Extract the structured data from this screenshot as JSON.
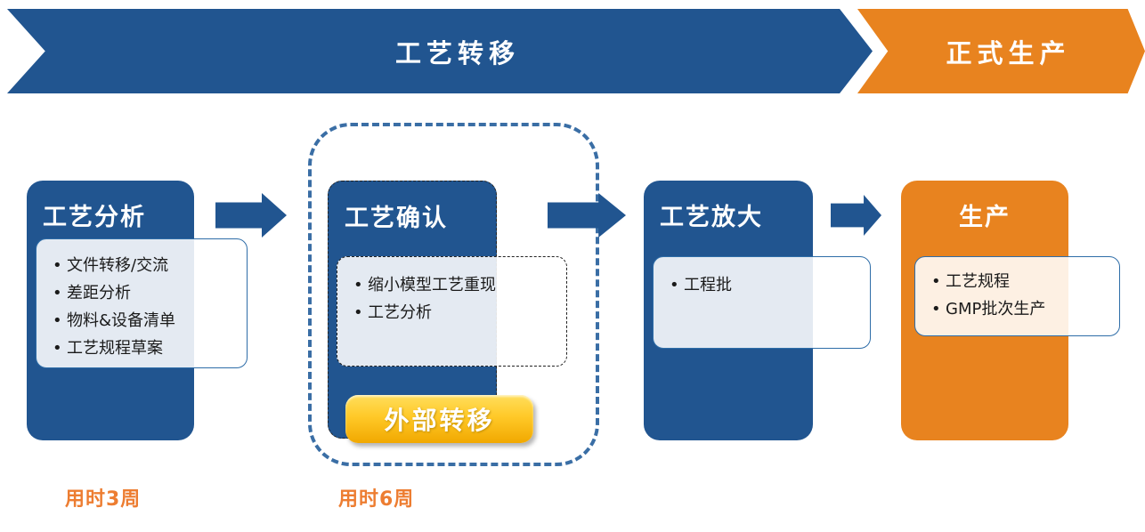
{
  "banner": {
    "phase1": "工艺转移",
    "phase2": "正式生产"
  },
  "stages": [
    {
      "title": "工艺分析",
      "items": [
        "文件转移/交流",
        "差距分析",
        "物料&设备清单",
        "工艺规程草案"
      ]
    },
    {
      "title": "工艺确认",
      "items": [
        "缩小模型工艺重现",
        "工艺分析"
      ],
      "badge": "外部转移"
    },
    {
      "title": "工艺放大",
      "items": [
        "工程批"
      ]
    },
    {
      "title": "生产",
      "items": [
        "工艺规程",
        "GMP批次生产"
      ]
    }
  ],
  "durations": {
    "stage1": "用时3周",
    "stage2": "用时6周"
  },
  "colors": {
    "primary_blue": "#215590",
    "accent_orange": "#E8831F",
    "gold_badge_top": "#FFDE5C",
    "gold_badge_bottom": "#F1A800",
    "duration_text": "#ED7D31",
    "dashed_frame": "#3A6EA5",
    "panel_border": "#2E6DA8"
  }
}
